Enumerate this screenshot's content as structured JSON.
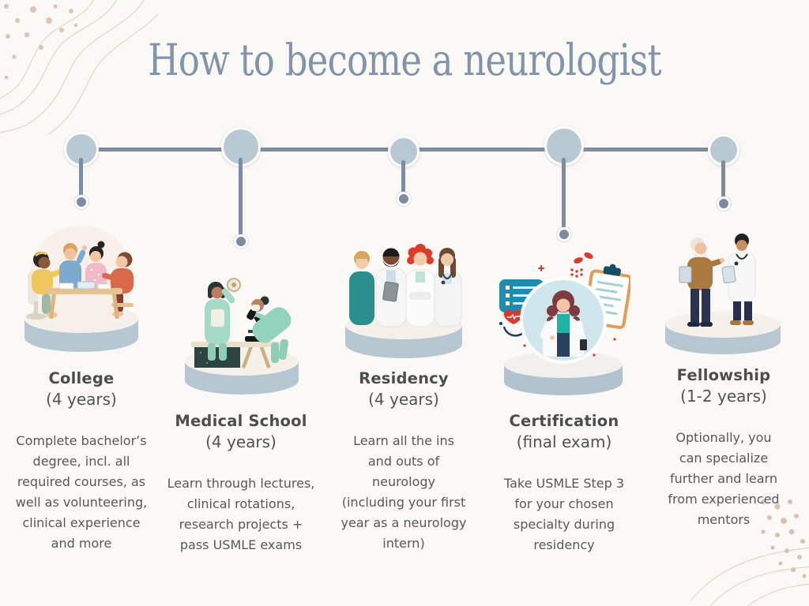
{
  "title": "How to become a neurologist",
  "steps": [
    {
      "id": "college",
      "title": "College",
      "duration": "(4 years)",
      "description": "Complete bachelor’s degree, incl. all required courses, as well as volunteering, clinical experience and more",
      "illustration": "students-studying-around-table"
    },
    {
      "id": "medical-school",
      "title": "Medical School",
      "duration": "(4 years)",
      "description": "Learn through lectures, clinical rotations, research projects + pass USMLE exams",
      "illustration": "lab-researchers-with-microscope"
    },
    {
      "id": "residency",
      "title": "Residency",
      "duration": "(4 years)",
      "description": "Learn all the ins and outs of neurology (including your first year as a neurology intern)",
      "illustration": "team-of-doctors"
    },
    {
      "id": "certification",
      "title": "Certification",
      "duration": "(final exam)",
      "description": "Take USMLE Step 3 for your chosen specialty during residency",
      "illustration": "doctor-with-checklist-and-clipboard"
    },
    {
      "id": "fellowship",
      "title": "Fellowship",
      "duration": "(1-2 years)",
      "description": "Optionally, you can specialize further and learn from experienced mentors",
      "illustration": "senior-mentor-with-young-doctor"
    }
  ],
  "colors": {
    "background": "#fbf9f5",
    "title_text": "#8294ab",
    "timeline": "#7e8ca1",
    "node_fill": "#b9c9d4",
    "pedestal_side": "#b7c7d2",
    "pedestal_top": "#f5f1ea",
    "heading_text": "#4d4d4f",
    "body_text": "#58585a",
    "decor_line": "#e8d7c9",
    "decor_dot": "#dcc5b3"
  }
}
